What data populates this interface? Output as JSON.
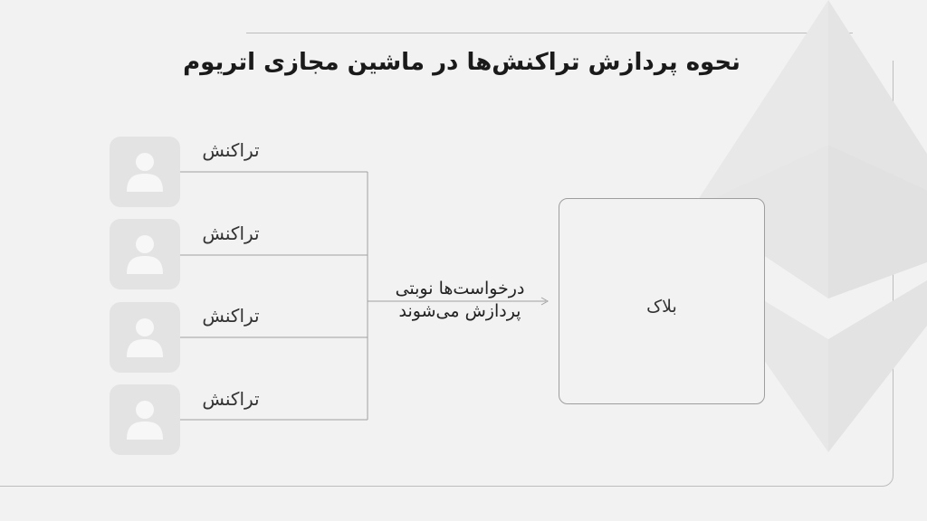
{
  "title": "نحوه پردازش تراکنش‌ها در ماشین مجازی اتریوم",
  "transactions": [
    {
      "label": "تراکنش",
      "icon": "user-icon"
    },
    {
      "label": "تراکنش",
      "icon": "user-icon"
    },
    {
      "label": "تراکنش",
      "icon": "user-icon"
    },
    {
      "label": "تراکنش",
      "icon": "user-icon"
    }
  ],
  "process": {
    "line1": "درخواست‌ها نوبتی",
    "line2": "پردازش می‌شوند"
  },
  "block": {
    "label": "بلاک"
  },
  "background_logo": "ethereum-logo-icon",
  "colors": {
    "background": "#f2f2f2",
    "avatar_bg": "#e3e3e3",
    "lines": "#9e9e9e"
  }
}
